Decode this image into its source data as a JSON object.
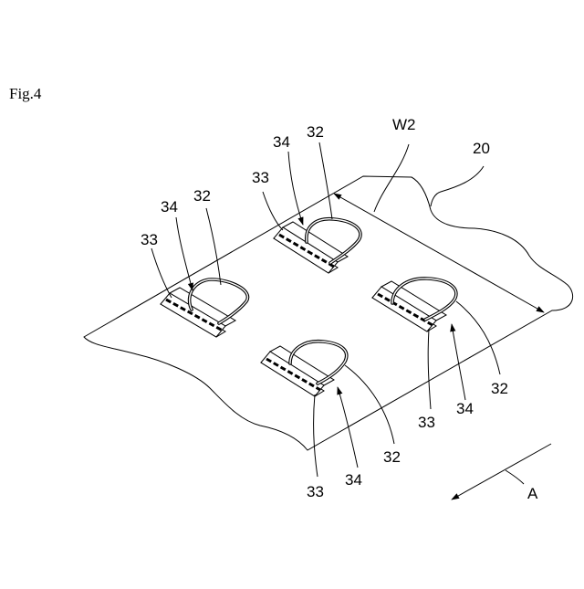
{
  "figure": {
    "title": "Fig.4"
  },
  "labels": {
    "sheet": "20",
    "width": "W2",
    "direction": "A",
    "loop": "32",
    "base_tape": "33",
    "fold_line": "34"
  }
}
